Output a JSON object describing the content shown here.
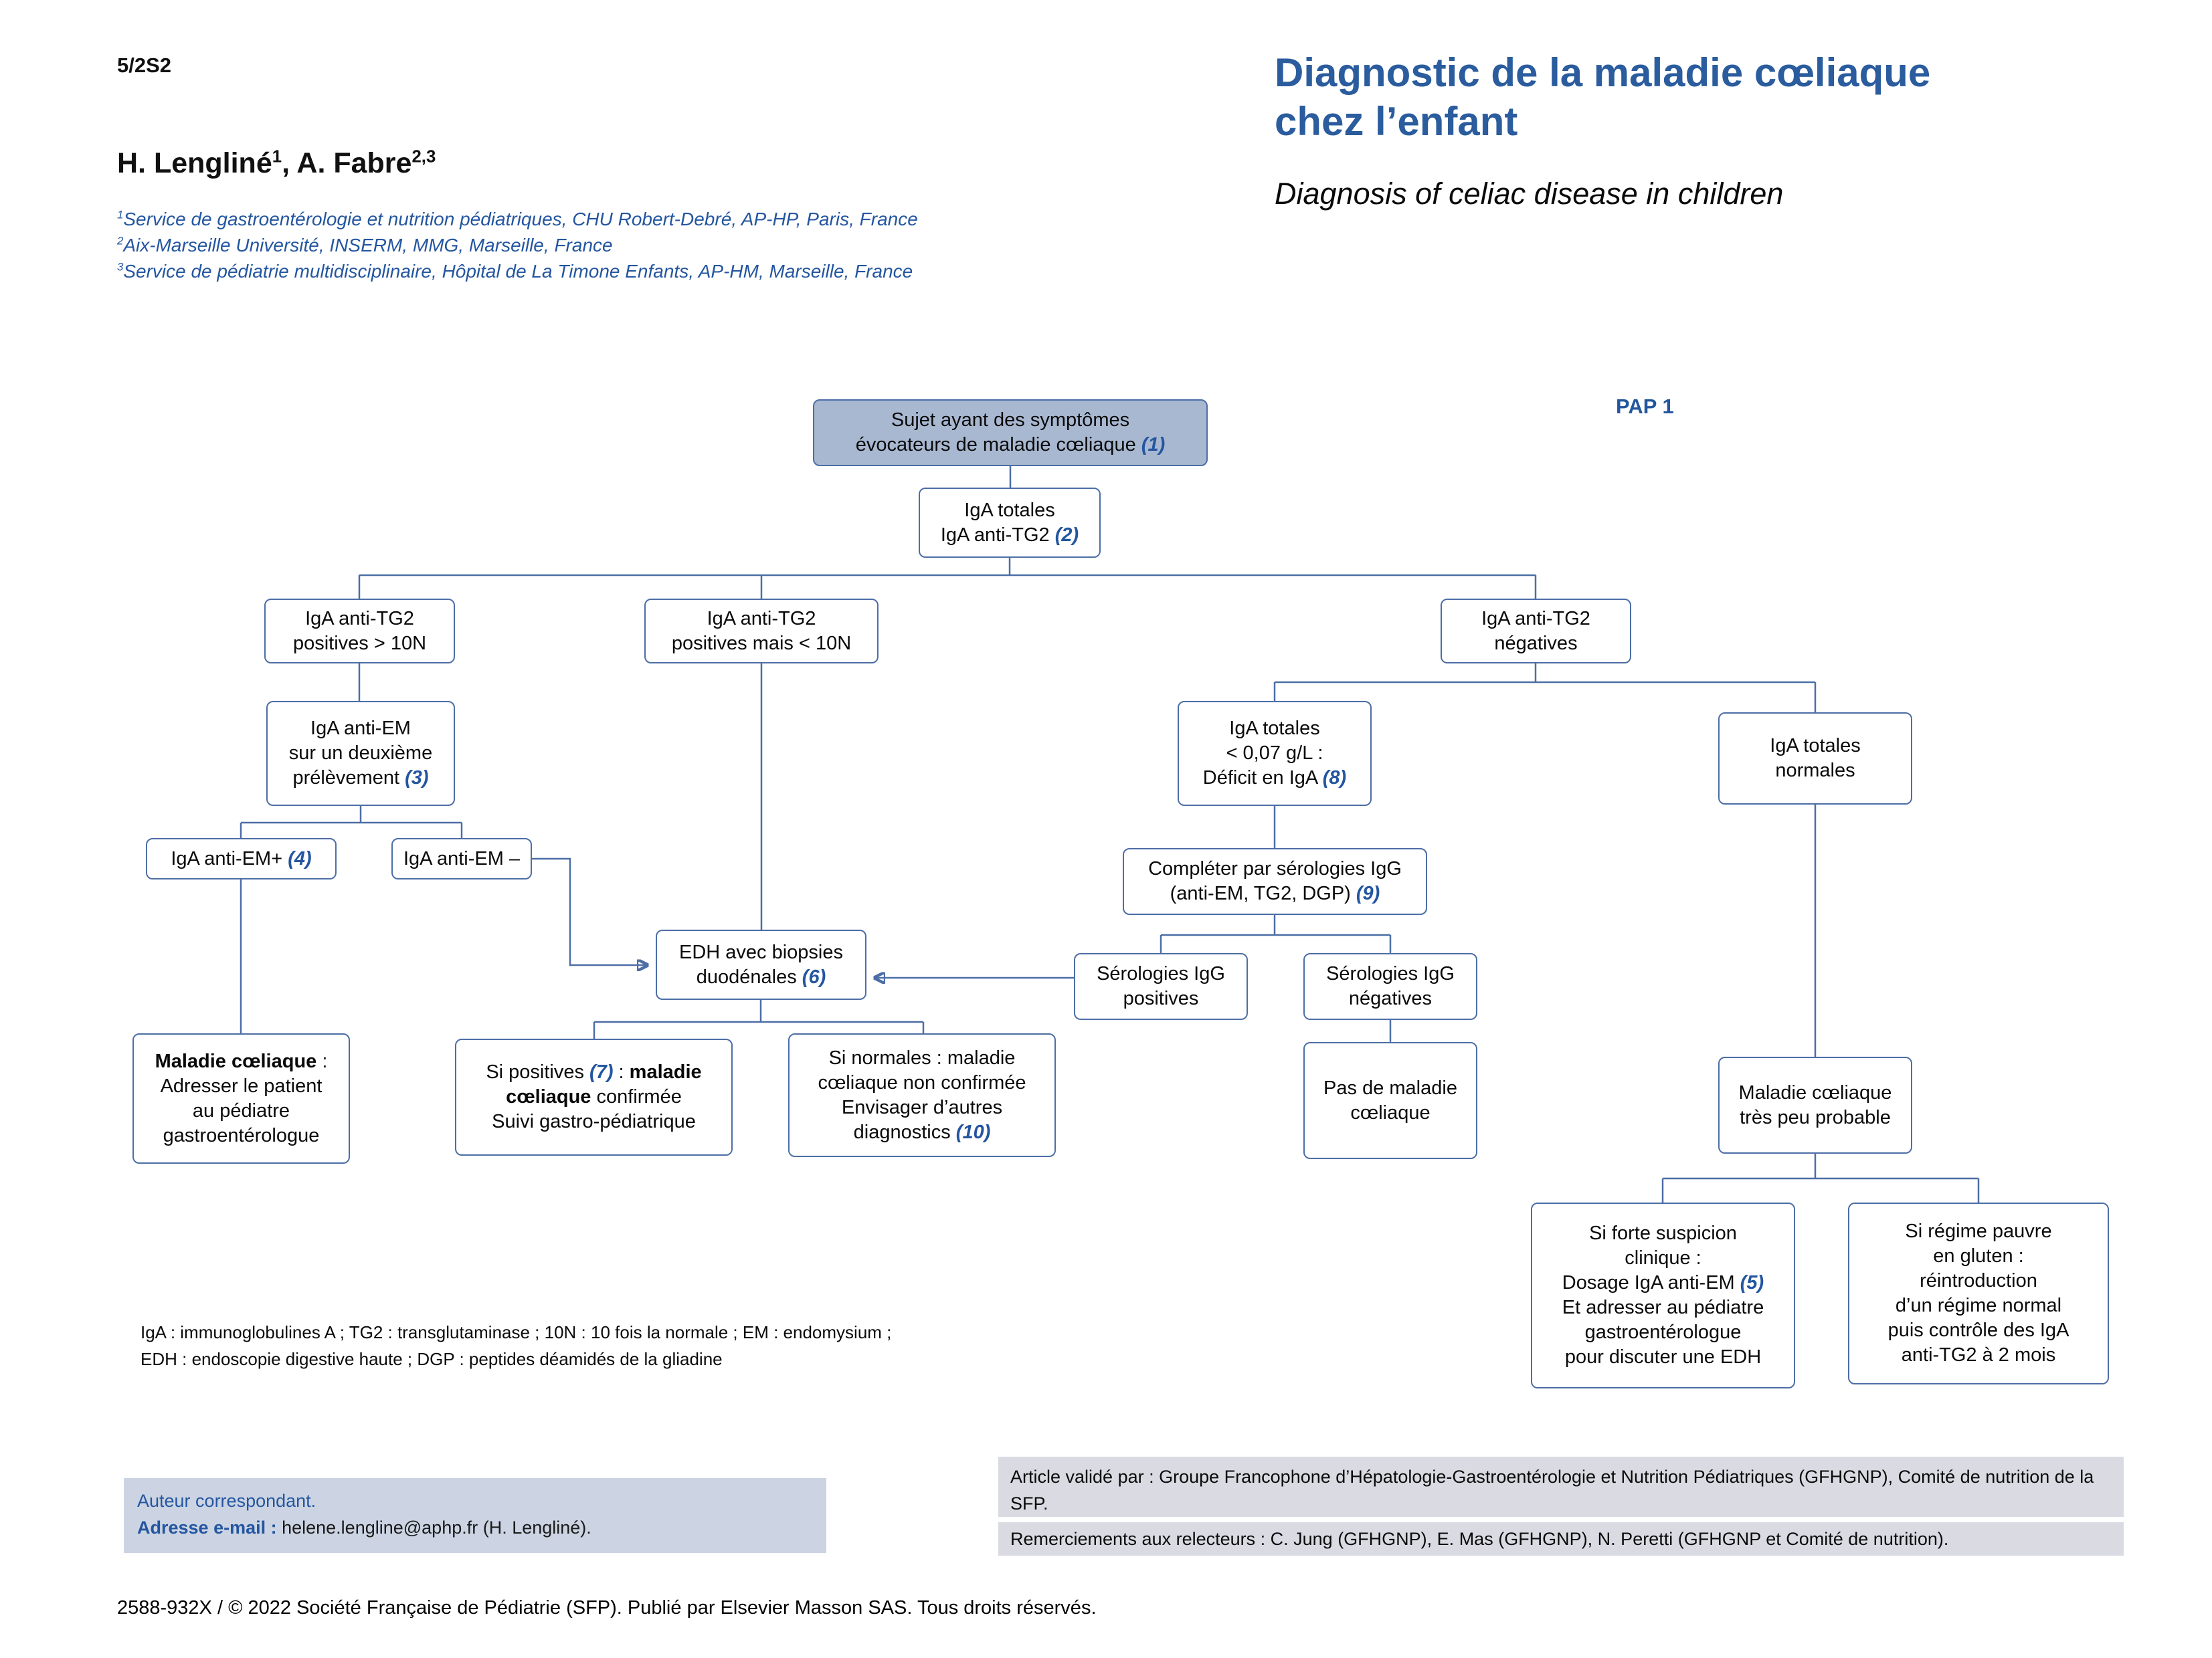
{
  "page": {
    "doc_code": "5/2S2",
    "pap_label": "PAP 1",
    "copyright": "2588-932X / © 2022 Société Française de Pédiatrie (SFP). Publié par Elsevier Masson SAS. Tous droits réservés."
  },
  "colors": {
    "accent_blue": "#2a5c9e",
    "node_border_blue": "#4d6ea6",
    "root_node_fill": "#a9b8d1"
  },
  "header": {
    "title_fr": "Diagnostic de la maladie cœliaque\nchez l’enfant",
    "title_en": "Diagnosis of celiac disease in children",
    "authors": {
      "name1": "H. Lengliné",
      "sup1": "1",
      "name2": ", A. Fabre",
      "sup2": "2,3"
    },
    "affiliations": [
      {
        "sup": "1",
        "text": "Service de gastroentérologie et nutrition pédiatriques, CHU Robert-Debré, AP-HP, Paris, France"
      },
      {
        "sup": "2",
        "text": "Aix-Marseille Université, INSERM, MMG, Marseille, France"
      },
      {
        "sup": "3",
        "text": "Service de pédiatrie multidisciplinaire, Hôpital de La Timone Enfants, AP-HM, Marseille, France"
      }
    ]
  },
  "nodes": {
    "root": {
      "text": "Sujet ayant des symptômes\névocateurs de maladie cœliaque ",
      "num": "(1)"
    },
    "iga_totales": {
      "text": "IgA totales\nIgA anti-TG2 ",
      "num": "(2)"
    },
    "tg2_pos_gt10": {
      "text": "IgA anti-TG2\npositives > 10N"
    },
    "tg2_pos_lt10": {
      "text": "IgA anti-TG2\npositives mais < 10N"
    },
    "tg2_neg": {
      "text": "IgA anti-TG2\nnégatives"
    },
    "anti_em_2nd": {
      "text": "IgA anti-EM\nsur un deuxième\nprélèvement ",
      "num": "(3)"
    },
    "anti_em_pos": {
      "text": "IgA anti-EM+ ",
      "num": "(4)"
    },
    "anti_em_neg": {
      "text": "IgA anti-EM –"
    },
    "edh": {
      "text": "EDH avec biopsies\nduodénales ",
      "num": "(6)"
    },
    "mc_refer": {
      "bold": "Maladie cœliaque",
      "text": " :\nAdresser le patient\nau pédiatre\ngastroentérologue"
    },
    "biopsy_pos": {
      "pre": "Si positives ",
      "num": "(7)",
      "mid": " : ",
      "bold": "maladie\ncœliaque",
      "post": " confirmée\nSuivi gastro-pédiatrique"
    },
    "biopsy_norm": {
      "text": "Si normales : maladie\ncœliaque non confirmée\nEnvisager d’autres\ndiagnostics ",
      "num": "(10)"
    },
    "iga_deficit": {
      "text": "IgA totales\n< 0,07 g/L :\nDéficit en IgA ",
      "num": "(8)"
    },
    "iga_normal": {
      "text": "IgA totales\nnormales"
    },
    "igg_serologies": {
      "text": "Compléter par sérologies IgG\n(anti-EM, TG2, DGP) ",
      "num": "(9)"
    },
    "igg_pos": {
      "text": "Sérologies IgG\npositives"
    },
    "igg_neg": {
      "text": "Sérologies IgG\nnégatives"
    },
    "no_celiac": {
      "text": "Pas de maladie\ncœliaque"
    },
    "celiac_unlikely": {
      "text": "Maladie cœliaque\ntrès peu probable"
    },
    "strong_suspicion": {
      "pre": "Si forte suspicion\nclinique :\nDosage IgA anti-EM ",
      "num": "(5)",
      "post": "\nEt adresser au pédiatre\ngastroentérologue\npour discuter une EDH"
    },
    "low_gluten": {
      "text": "Si régime pauvre\nen gluten :\nréintroduction\nd’un régime normal\npuis contrôle des IgA\nanti-TG2 à 2 mois"
    }
  },
  "footnote": {
    "line1": "IgA : immunoglobulines A ; TG2 : transglutaminase ; 10N : 10 fois la normale ; EM : endomysium ;",
    "line2": "EDH : endoscopie digestive haute ; DGP : peptides déamidés de la gliadine"
  },
  "footer": {
    "correspondent_label": "Auteur correspondant.",
    "email_label": "Adresse e-mail :",
    "email_value": " helene.lengline@aphp.fr (H. Lengliné).",
    "validation_line": "Article validé par : Groupe Francophone d’Hépatologie-Gastroentérologie et Nutrition Pédiatriques (GFHGNP), Comité de nutrition de la SFP.",
    "acknowledgement_line": "Remerciements aux relecteurs : C. Jung (GFHGNP), E. Mas (GFHGNP), N. Peretti (GFHGNP et Comité de nutrition)."
  }
}
